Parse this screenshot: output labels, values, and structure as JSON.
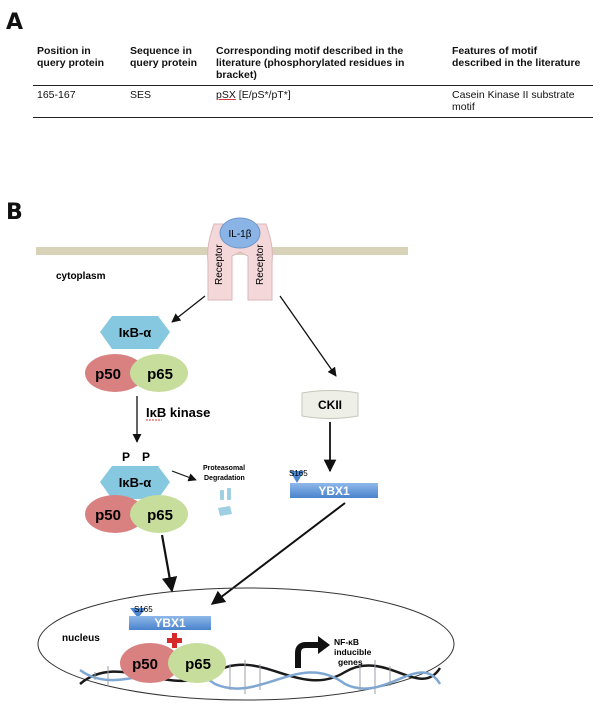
{
  "panels": {
    "a": "A",
    "b": "B"
  },
  "table": {
    "headers": [
      "Position in query protein",
      "Sequence in query protein",
      "Corresponding motif described in the literature (phosphorylated residues in bracket)",
      "Features of motif described in the literature"
    ],
    "rows": [
      {
        "position": "165-167",
        "sequence": "SES",
        "motif_main": "pSX",
        "motif_bracket": " [E/pS*/pT*]",
        "feature": "Casein Kinase II substrate motif"
      }
    ]
  },
  "diagram": {
    "ligand": "IL-1β",
    "receptor_left": "Receptor",
    "receptor_right": "Receptor",
    "cytoplasm": "cytoplasm",
    "ikba_top": "IκB-α",
    "p50_top": "p50",
    "p65_top": "p65",
    "ikb_kinase": "IκB kinase",
    "phospho_p1": "P",
    "phospho_p2": "P",
    "ikba_mid": "IκB-α",
    "p50_mid": "p50",
    "p65_mid": "p65",
    "proteasomal_1": "Proteasomal",
    "proteasomal_2": "Degradation",
    "ckii": "CKII",
    "s165_cyto": "S165",
    "ybx1_cyto": "YBX1",
    "nucleus": "nucleus",
    "s165_nuc": "S165",
    "ybx1_nuc": "YBX1",
    "plus": "+",
    "p50_nuc": "p50",
    "p65_nuc": "p65",
    "nfkb_1": "NF-κB",
    "nfkb_2": "inducible",
    "nfkb_3": "genes"
  },
  "colors": {
    "hexagon": "#86c8df",
    "p50": "#d98080",
    "p65": "#c6dd9c",
    "ybx1": "#5b93d7",
    "receptor": "#f3d7d9",
    "il1b": "#8bb4e6",
    "membrane": "#d8d3b8",
    "dna_blue": "#7fa7d3",
    "ckii_fill": "#eef0e8"
  }
}
